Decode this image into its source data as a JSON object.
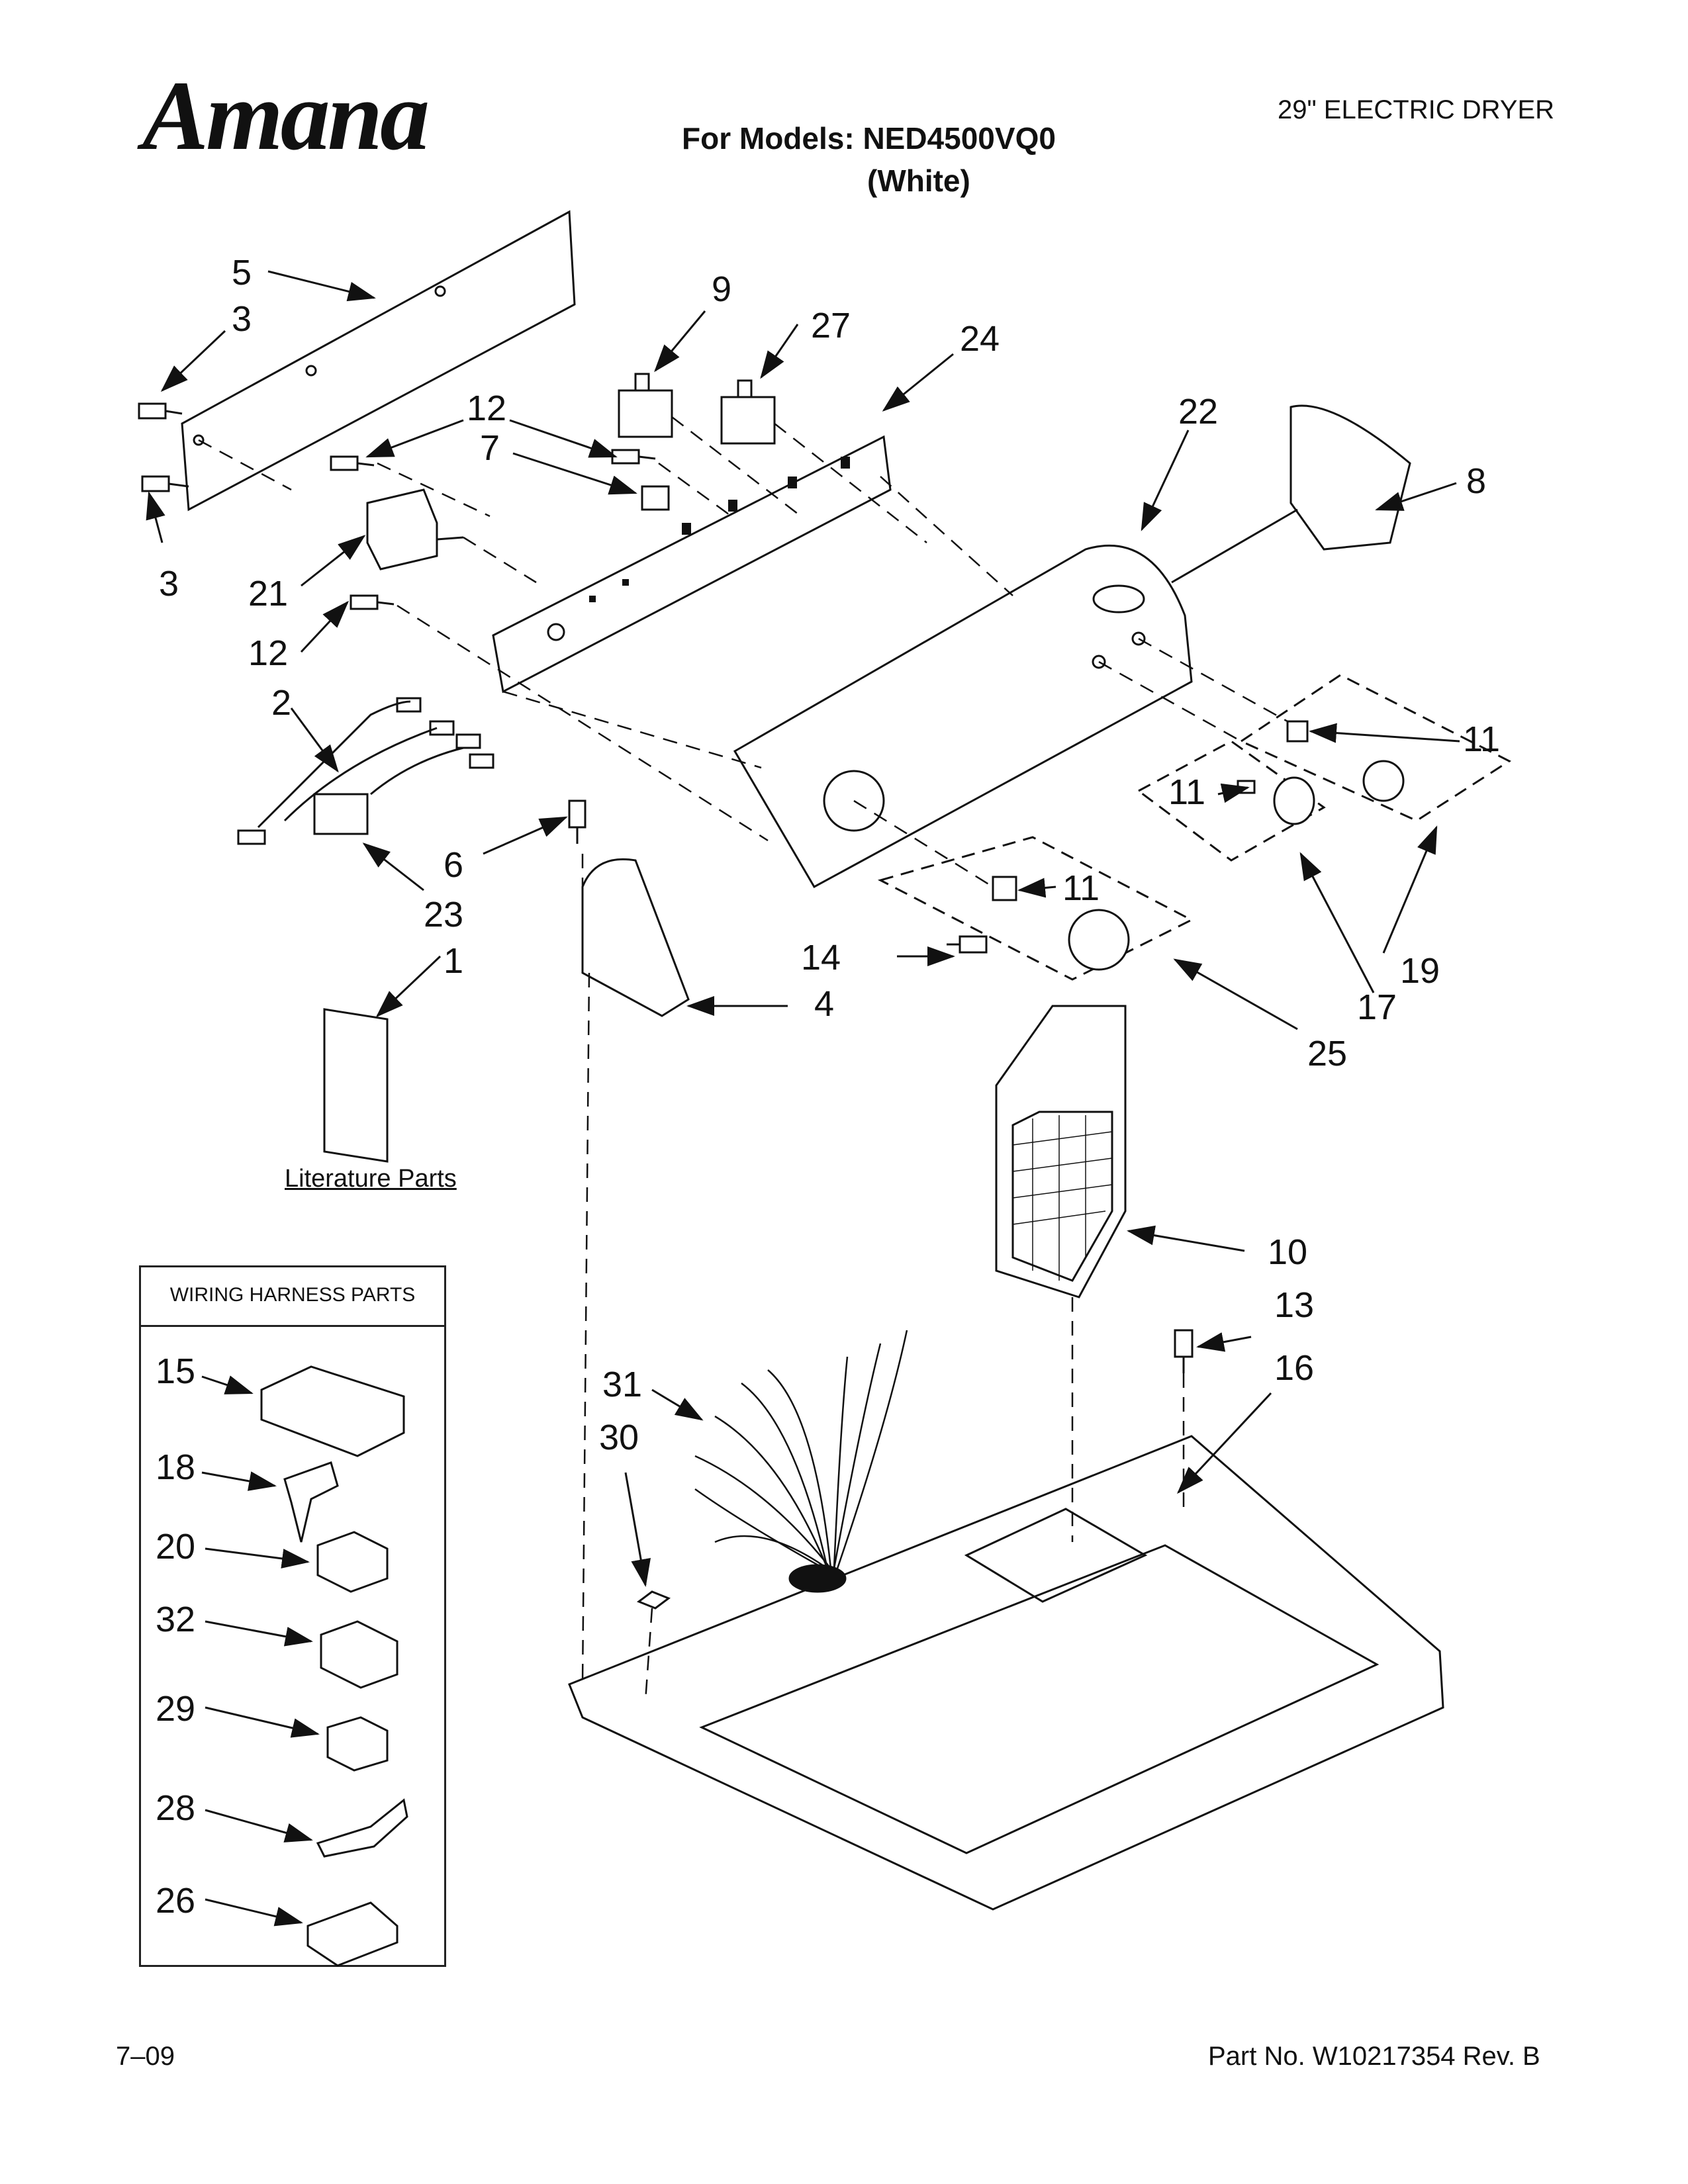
{
  "header": {
    "brand": "Amana",
    "models_line": "For Models: NED4500VQ0",
    "color_line": "(White)",
    "product_type": "29\" ELECTRIC DRYER"
  },
  "literature": {
    "label": "Literature Parts"
  },
  "harness_box": {
    "title": "WIRING HARNESS PARTS"
  },
  "callouts": {
    "c1": "1",
    "c2": "2",
    "c3a": "3",
    "c3b": "3",
    "c4": "4",
    "c5": "5",
    "c6": "6",
    "c7": "7",
    "c8": "8",
    "c9": "9",
    "c10": "10",
    "c11a": "11",
    "c11b": "11",
    "c11c": "11",
    "c12a": "12",
    "c12b": "12",
    "c13": "13",
    "c14": "14",
    "c15": "15",
    "c16": "16",
    "c17": "17",
    "c18": "18",
    "c19": "19",
    "c20": "20",
    "c21": "21",
    "c22": "22",
    "c23": "23",
    "c24": "24",
    "c25": "25",
    "c26": "26",
    "c27": "27",
    "c28": "28",
    "c29": "29",
    "c30": "30",
    "c31": "31",
    "c32": "32"
  },
  "footer": {
    "date": "7–09",
    "part_number": "Part No. W10217354 Rev. B"
  }
}
